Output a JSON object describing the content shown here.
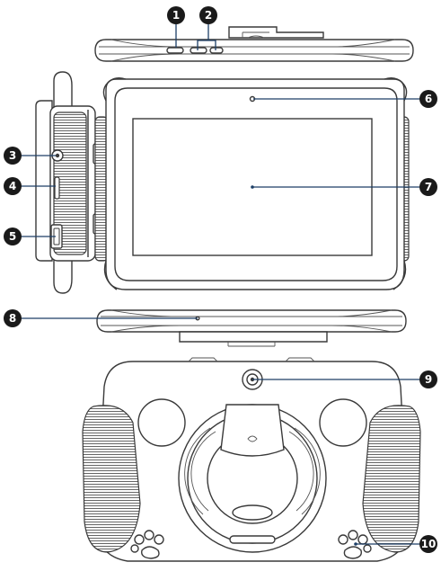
{
  "callouts": [
    {
      "id": "1",
      "label": "1"
    },
    {
      "id": "2",
      "label": "2"
    },
    {
      "id": "3",
      "label": "3"
    },
    {
      "id": "4",
      "label": "4"
    },
    {
      "id": "5",
      "label": "5"
    },
    {
      "id": "6",
      "label": "6"
    },
    {
      "id": "7",
      "label": "7"
    },
    {
      "id": "8",
      "label": "8"
    },
    {
      "id": "9",
      "label": "9"
    },
    {
      "id": "10",
      "label": "10"
    }
  ],
  "colors": {
    "badge": "#1a1a1a",
    "leader": "#1d3f66",
    "outline": "#3a3a3a"
  }
}
